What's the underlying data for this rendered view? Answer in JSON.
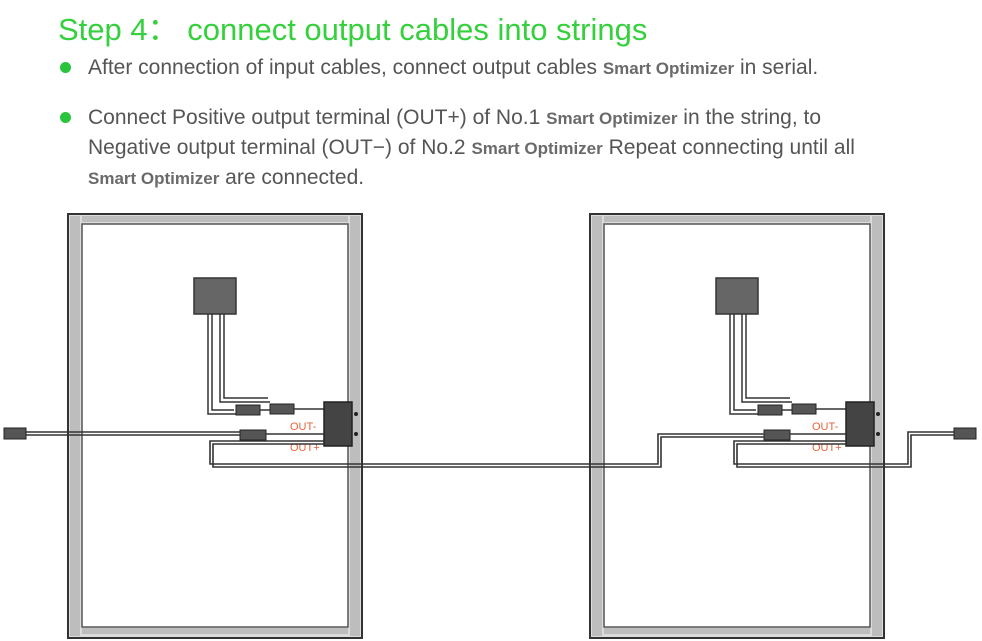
{
  "title": "Step 4： connect output cables into strings",
  "bullet1": {
    "pre": "After connection of input cables, connect output cables",
    "brand": "Smart Optimizer",
    "post": "in serial."
  },
  "bullet2": {
    "line1_pre": "Connect Positive output terminal (OUT+) of No.1",
    "line1_brand": "Smart Optimizer",
    "line1_post": "in the string, to",
    "line2_pre": "Negative output terminal (OUT−) of No.2",
    "line2_brand": "Smart Optimizer",
    "line2_post": "Repeat connecting until all",
    "line3_brand": "Smart Optimizer",
    "line3_post": "are connected."
  },
  "diagram": {
    "panel_left": {
      "out_minus": "OUT-",
      "out_plus": "OUT+"
    },
    "panel_right": {
      "out_minus": "OUT-",
      "out_plus": "OUT+"
    }
  },
  "colors": {
    "title": "#35d13c",
    "bullet": "#27c43c",
    "label": "#e6633c"
  }
}
